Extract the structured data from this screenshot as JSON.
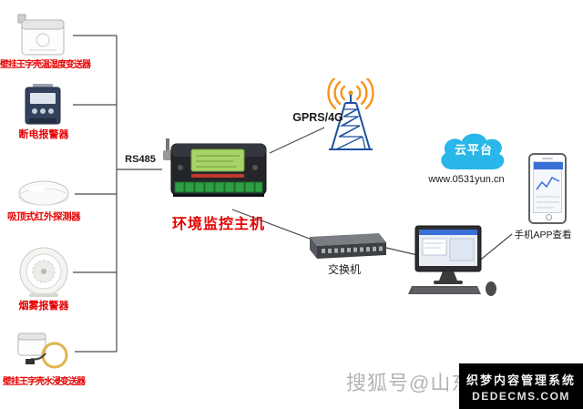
{
  "sensors": [
    {
      "label": "壁挂王字壳温湿度变送器"
    },
    {
      "label": "断电报警器"
    },
    {
      "label": "吸顶式红外探测器"
    },
    {
      "label": "烟雾报警器"
    },
    {
      "label": "壁挂王字壳水浸变送器"
    }
  ],
  "bus": {
    "label": "RS485"
  },
  "host": {
    "label": "环境监控主机"
  },
  "wireless": {
    "label": "GPRS/4G"
  },
  "cloud": {
    "label": "云平台",
    "url": "www.0531yun.cn"
  },
  "network_switch": {
    "label": "交换机"
  },
  "phone": {
    "label": "手机APP查看"
  },
  "watermark": {
    "text": "搜狐号@山东"
  },
  "footer": {
    "line1": "织梦内容管理系统",
    "line2": "DEDECMS.COM"
  },
  "colors": {
    "accent_red": "#e60000",
    "cloud_blue": "#29b6e8",
    "tower_blue": "#1d4f9e",
    "wave_orange": "#f7931e",
    "terminal_green": "#2f9e44"
  }
}
